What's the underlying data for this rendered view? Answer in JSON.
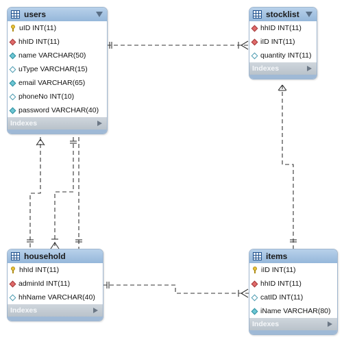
{
  "tables": {
    "users": {
      "name": "users",
      "columns": [
        {
          "text": "uID INT(11)",
          "icon": "primary-key-icon"
        },
        {
          "text": "hhID INT(11)",
          "icon": "foreign-key-icon"
        },
        {
          "text": "name VARCHAR(50)",
          "icon": "not-null-column-icon"
        },
        {
          "text": "uType VARCHAR(15)",
          "icon": "column-icon"
        },
        {
          "text": "email VARCHAR(65)",
          "icon": "not-null-column-icon"
        },
        {
          "text": "phoneNo INT(10)",
          "icon": "column-icon"
        },
        {
          "text": "password VARCHAR(40)",
          "icon": "not-null-column-icon"
        }
      ],
      "indexes_label": "Indexes"
    },
    "stocklist": {
      "name": "stocklist",
      "columns": [
        {
          "text": "hhID INT(11)",
          "icon": "foreign-key-icon"
        },
        {
          "text": "iID INT(11)",
          "icon": "foreign-key-icon"
        },
        {
          "text": "quantity INT(11)",
          "icon": "column-icon"
        }
      ],
      "indexes_label": "Indexes"
    },
    "household": {
      "name": "household",
      "columns": [
        {
          "text": "hhId INT(11)",
          "icon": "primary-key-icon"
        },
        {
          "text": "adminId INT(11)",
          "icon": "foreign-key-icon"
        },
        {
          "text": "hhName VARCHAR(40)",
          "icon": "column-icon"
        }
      ],
      "indexes_label": "Indexes"
    },
    "items": {
      "name": "items",
      "columns": [
        {
          "text": "iID INT(11)",
          "icon": "primary-key-icon"
        },
        {
          "text": "hhID INT(11)",
          "icon": "foreign-key-icon"
        },
        {
          "text": "catID INT(11)",
          "icon": "column-icon"
        },
        {
          "text": "iName VARCHAR(80)",
          "icon": "not-null-column-icon"
        }
      ],
      "indexes_label": "Indexes"
    }
  },
  "relationships": [
    {
      "from": "users",
      "to": "stocklist",
      "type": "one-to-many"
    },
    {
      "from": "stocklist",
      "to": "items",
      "type": "many-to-one"
    },
    {
      "from": "users",
      "to": "household",
      "type": "many-to-one"
    },
    {
      "from": "users",
      "to": "household",
      "type": "one-to-many"
    },
    {
      "from": "users",
      "to": "household",
      "type": "one-to-one"
    },
    {
      "from": "household",
      "to": "items",
      "type": "one-to-many"
    }
  ],
  "colors": {
    "header": "#a9c6e4",
    "line": "#333333",
    "indexes_bar": "#c4ccd4"
  }
}
